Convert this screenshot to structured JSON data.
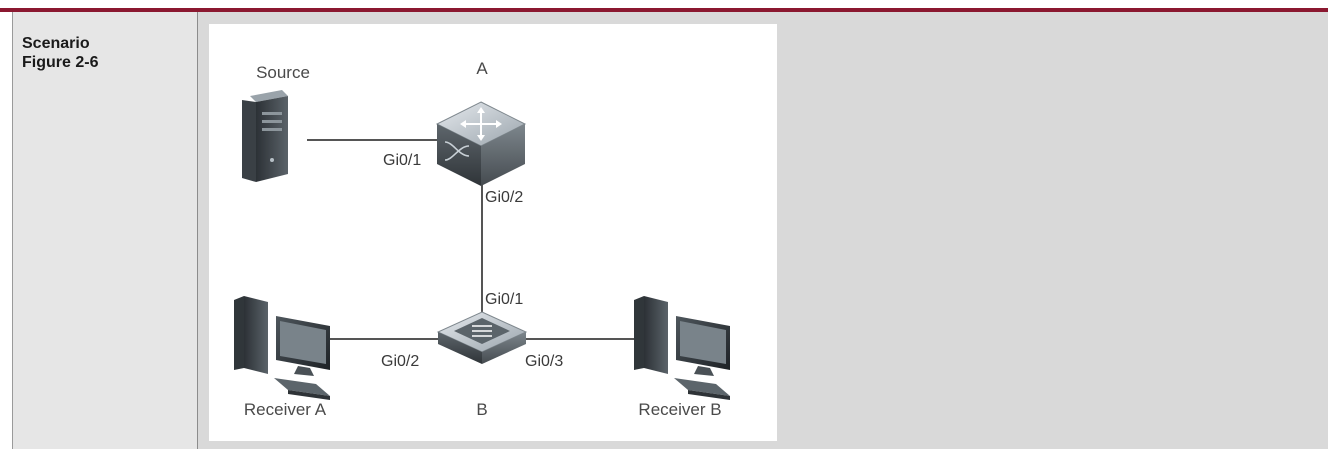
{
  "row": {
    "heading": "Scenario",
    "figure_label": "Figure 2-6"
  },
  "diagram": {
    "nodes": {
      "source": {
        "label": "Source",
        "icon": "server-icon"
      },
      "switch_a": {
        "label": "A",
        "icon": "layer3-switch-icon"
      },
      "switch_b": {
        "label": "B",
        "icon": "layer2-switch-icon"
      },
      "receiver_a": {
        "label": "Receiver A",
        "icon": "desktop-pc-icon"
      },
      "receiver_b": {
        "label": "Receiver B",
        "icon": "desktop-pc-icon"
      }
    },
    "ports": {
      "a_to_source": "Gi0/1",
      "a_to_b": "Gi0/2",
      "b_to_a": "Gi0/1",
      "b_to_receiver_a": "Gi0/2",
      "b_to_receiver_b": "Gi0/3"
    }
  },
  "colors": {
    "rule": "#8b1830",
    "label_bg": "#e6e6e6",
    "content_bg": "#d9d9d9",
    "line": "#555555"
  }
}
